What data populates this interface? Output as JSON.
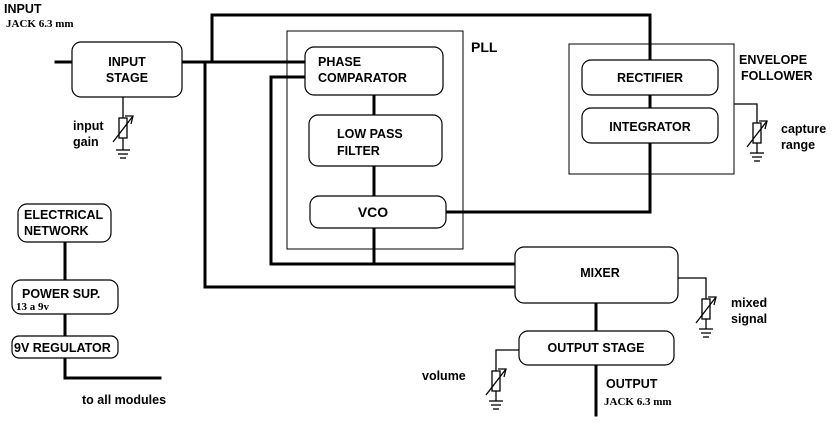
{
  "input": {
    "title": "INPUT",
    "jack": "JACK 6.3 mm"
  },
  "blocks": {
    "input_stage": [
      "INPUT",
      "STAGE"
    ],
    "phase_comparator": [
      "PHASE",
      "COMPARATOR"
    ],
    "low_pass_filter": [
      "LOW PASS",
      "FILTER"
    ],
    "vco": "VCO",
    "rectifier": "RECTIFIER",
    "integrator": "INTEGRATOR",
    "mixer": "MIXER",
    "output_stage": "OUTPUT STAGE",
    "electrical_network": [
      "ELECTRICAL",
      "NETWORK"
    ],
    "power_supply": {
      "title": "POWER SUP.",
      "range": "13 a 9v"
    },
    "regulator": "9V REGULATOR"
  },
  "groups": {
    "pll": "PLL",
    "envelope_follower": [
      "ENVELOPE",
      "FOLLOWER"
    ]
  },
  "controls": {
    "input_gain": [
      "input",
      "gain"
    ],
    "capture_range": [
      "capture",
      "range"
    ],
    "mixed_signal": [
      "mixed",
      "signal"
    ],
    "volume": "volume"
  },
  "output": {
    "title": "OUTPUT",
    "jack": "JACK 6.3 mm"
  },
  "note": "to all modules"
}
